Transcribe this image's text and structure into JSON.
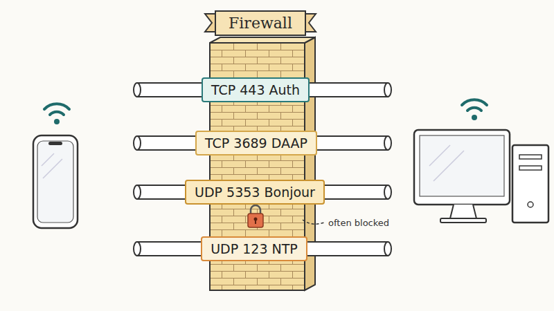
{
  "diagram": {
    "title": "Firewall",
    "nodes": [
      {
        "text": [
          "TCP 443 Auth"
        ]
      },
      {
        "text": [
          "TCP 3689 DAAP"
        ]
      },
      {
        "text": [
          "UDP 5353 Bonjour"
        ]
      },
      {
        "text": [
          "UDP 123 NTP"
        ]
      }
    ],
    "labels": [
      "often blocked"
    ]
  }
}
